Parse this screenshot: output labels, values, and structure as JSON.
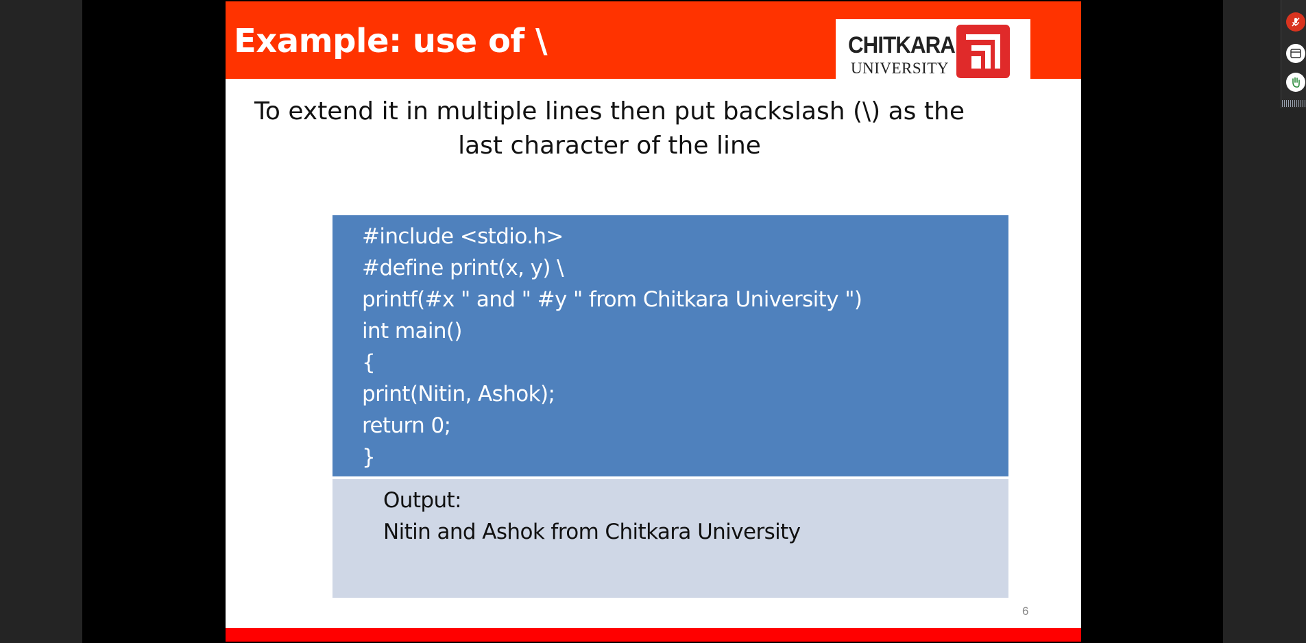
{
  "slide": {
    "title": "Example: use of \\",
    "logo": {
      "name": "CHITKARA",
      "sub": "UNIVERSITY"
    },
    "subtitle": "To extend it in multiple lines then put backslash (\\) as the last character of the line",
    "code": [
      "#include <stdio.h>",
      "#define print(x, y) \\",
      "printf(#x \" and \" #y \" from Chitkara University \")",
      "int main()",
      "{",
      "print(Nitin, Ashok);",
      "return 0;",
      "}"
    ],
    "output_label": "Output:",
    "output_text": "Nitin and Ashok from Chitkara University",
    "page_number": "6"
  },
  "side_toolbar": {
    "icons": [
      "mic-muted-icon",
      "window-icon",
      "raise-hand-icon"
    ]
  },
  "colors": {
    "title_bar": "#ff3300",
    "code_box": "#4f81bd",
    "output_box": "#cfd7e6",
    "bottom_bar": "#ff0000",
    "logo_mark": "#e02a2a"
  }
}
